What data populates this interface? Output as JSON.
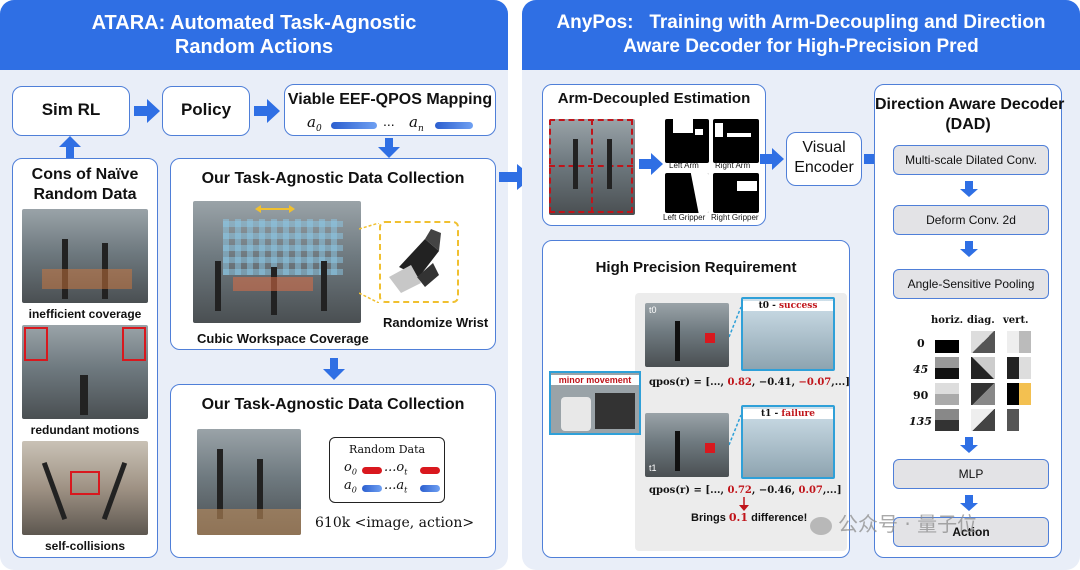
{
  "left_panel": {
    "title_line1": "ATARA: Automated Task-Agnostic",
    "title_line2": "Random Actions",
    "sim_rl": "Sim RL",
    "policy": "Policy",
    "viable_mapping": "Viable EEF-QPOS Mapping",
    "a0": "a",
    "a0_sub": "0",
    "dots": "...",
    "an": "a",
    "an_sub": "n",
    "cons_title_line1": "Cons of Naïve",
    "cons_title_line2": "Random Data",
    "cons_items": [
      "inefficient coverage",
      "redundant motions",
      "self-collisions"
    ],
    "collection_title_1": "Our Task-Agnostic Data Collection",
    "cubic_caption": "Cubic Workspace Coverage",
    "randomize_caption": "Randomize Wrist",
    "collection_title_2": "Our Task-Agnostic Data Collection",
    "random_data_title": "Random Data",
    "o_row": "o",
    "o_row_mid": "...o",
    "a_row": "a",
    "a_row_mid": "...a",
    "dataset_size": "610k <image, action>"
  },
  "right_panel": {
    "title_line1": "AnyPos:   Training with Arm-Decoupling and Direction",
    "title_line2": "Aware Decoder for High-Precision Pred",
    "arm_decoupled_title": "Arm-Decoupled Estimation",
    "left_arm": "Left Arm",
    "right_arm": "Right Arm",
    "left_gripper": "Left Gripper",
    "right_gripper": "Right Gripper",
    "visual_encoder_line1": "Visual",
    "visual_encoder_line2": "Encoder",
    "dad_title_line1": "Direction Aware Decoder",
    "dad_title_line2": "(DAD)",
    "dad_steps": [
      "Multi-scale Dilated Conv.",
      "Deform Conv. 2d",
      "Angle-Sensitive Pooling",
      "MLP",
      "Action"
    ],
    "pool_headers": [
      "horiz.",
      "diag.",
      "vert."
    ],
    "pool_angles": [
      "0",
      "45",
      "90",
      "135"
    ],
    "precision_title": "High Precision Requirement",
    "minor_movement": "minor movement",
    "t0_label": "t0",
    "t0_status": "t0 - ",
    "t0_result": "success",
    "t1_label": "t1",
    "t1_status": "t1 - ",
    "t1_result": "failure",
    "qpos_label": "qpos(r) = [...,",
    "qpos0_a": "0.82",
    "qpos0_b": "−0.41",
    "qpos0_c": "−0.07",
    "qpos1_a": "0.72",
    "qpos1_b": "−0.46",
    "qpos1_c": "0.07",
    "qpos_end": ",...]",
    "difference_pre": "Brings ",
    "difference_val": "0.1",
    "difference_post": " difference!"
  },
  "watermark": "公众号 · 量子位",
  "colors": {
    "header_blue": "#2f6fe4",
    "panel_bg": "#e9eef8",
    "border_blue": "#4f7fd8",
    "arrow_blue": "#2f6fe4",
    "red_highlight": "#c0141a",
    "success_color": "#c0141a"
  }
}
